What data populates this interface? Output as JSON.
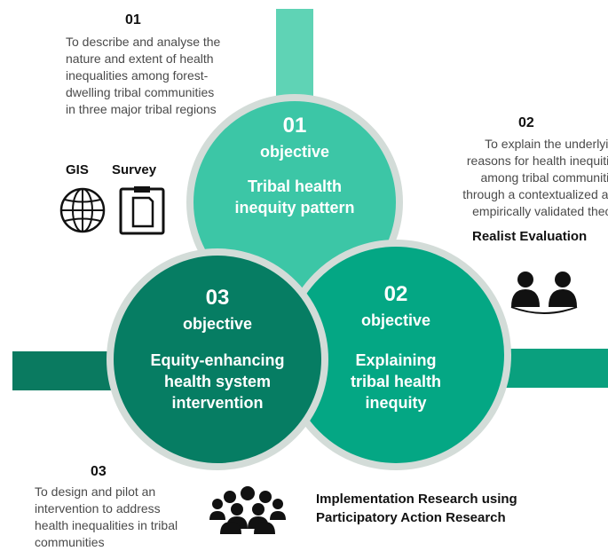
{
  "objectives": [
    {
      "number": "01",
      "objective_word": "objective",
      "title": "Tribal health inequity pattern",
      "side_number": "01",
      "description": "To describe and analyse the nature and extent of health inequalities among forest-dwelling tribal communities in three major tribal regions",
      "methods": [
        "GIS",
        "Survey"
      ]
    },
    {
      "number": "02",
      "objective_word": "objective",
      "title": "Explaining tribal health inequity",
      "side_number": "02",
      "description": "To explain the underlying reasons for health inequities among tribal communities through a contextualized and empirically validated theory",
      "methods": [
        "Realist Evaluation"
      ]
    },
    {
      "number": "03",
      "objective_word": "objective",
      "title": "Equity-enhancing health system intervention",
      "side_number": "03",
      "description": "To design and pilot an intervention to address health inequalities in tribal communities",
      "methods": [
        "Implementation Research using Participatory Action Research"
      ]
    }
  ],
  "icons": {
    "gis": "globe-icon",
    "survey": "clipboard-icon",
    "realist": "people-pair-icon",
    "participatory": "group-icon"
  },
  "colors": {
    "circle1": "#3cc6a6",
    "circle2": "#04a784",
    "circle3": "#067d63",
    "bar1": "#5fd3b5",
    "bar_left": "#0a7a60",
    "bar_right": "#0aa07e",
    "ring": "#d3dcd8"
  }
}
